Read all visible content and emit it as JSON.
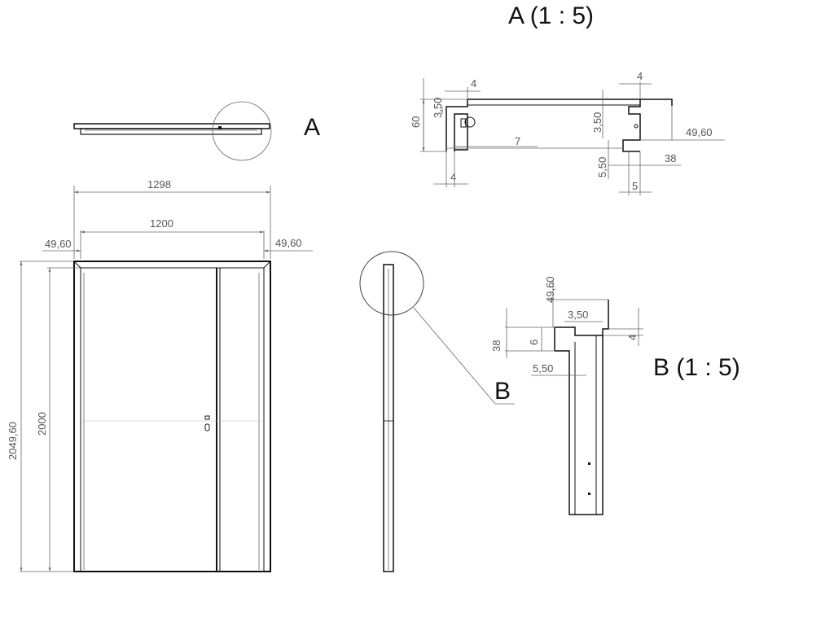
{
  "views": {
    "detail_a": {
      "title": "A (1 : 5)",
      "callout": "A"
    },
    "detail_b": {
      "title": "B (1 : 5)",
      "callout": "B"
    }
  },
  "dimensions": {
    "front": {
      "overall_width": "1298",
      "leaf_width": "1200",
      "frame_left": "49,60",
      "frame_right": "49,60",
      "overall_height": "2049,60",
      "leaf_height": "2000"
    },
    "detail_a": {
      "top_left": "4",
      "top_right": "4",
      "height_60": "60",
      "left_350": "3,50",
      "right_350": "3,50",
      "seven": "7",
      "frame_4960": "49,60",
      "five_fifty": "5,50",
      "thirty_eight": "38",
      "bottom_4": "4",
      "bottom_5": "5"
    },
    "detail_b": {
      "frame_4960": "49,60",
      "thirty_eight": "38",
      "six": "6",
      "three_fifty": "3,50",
      "five_fifty": "5,50",
      "four": "4"
    }
  }
}
